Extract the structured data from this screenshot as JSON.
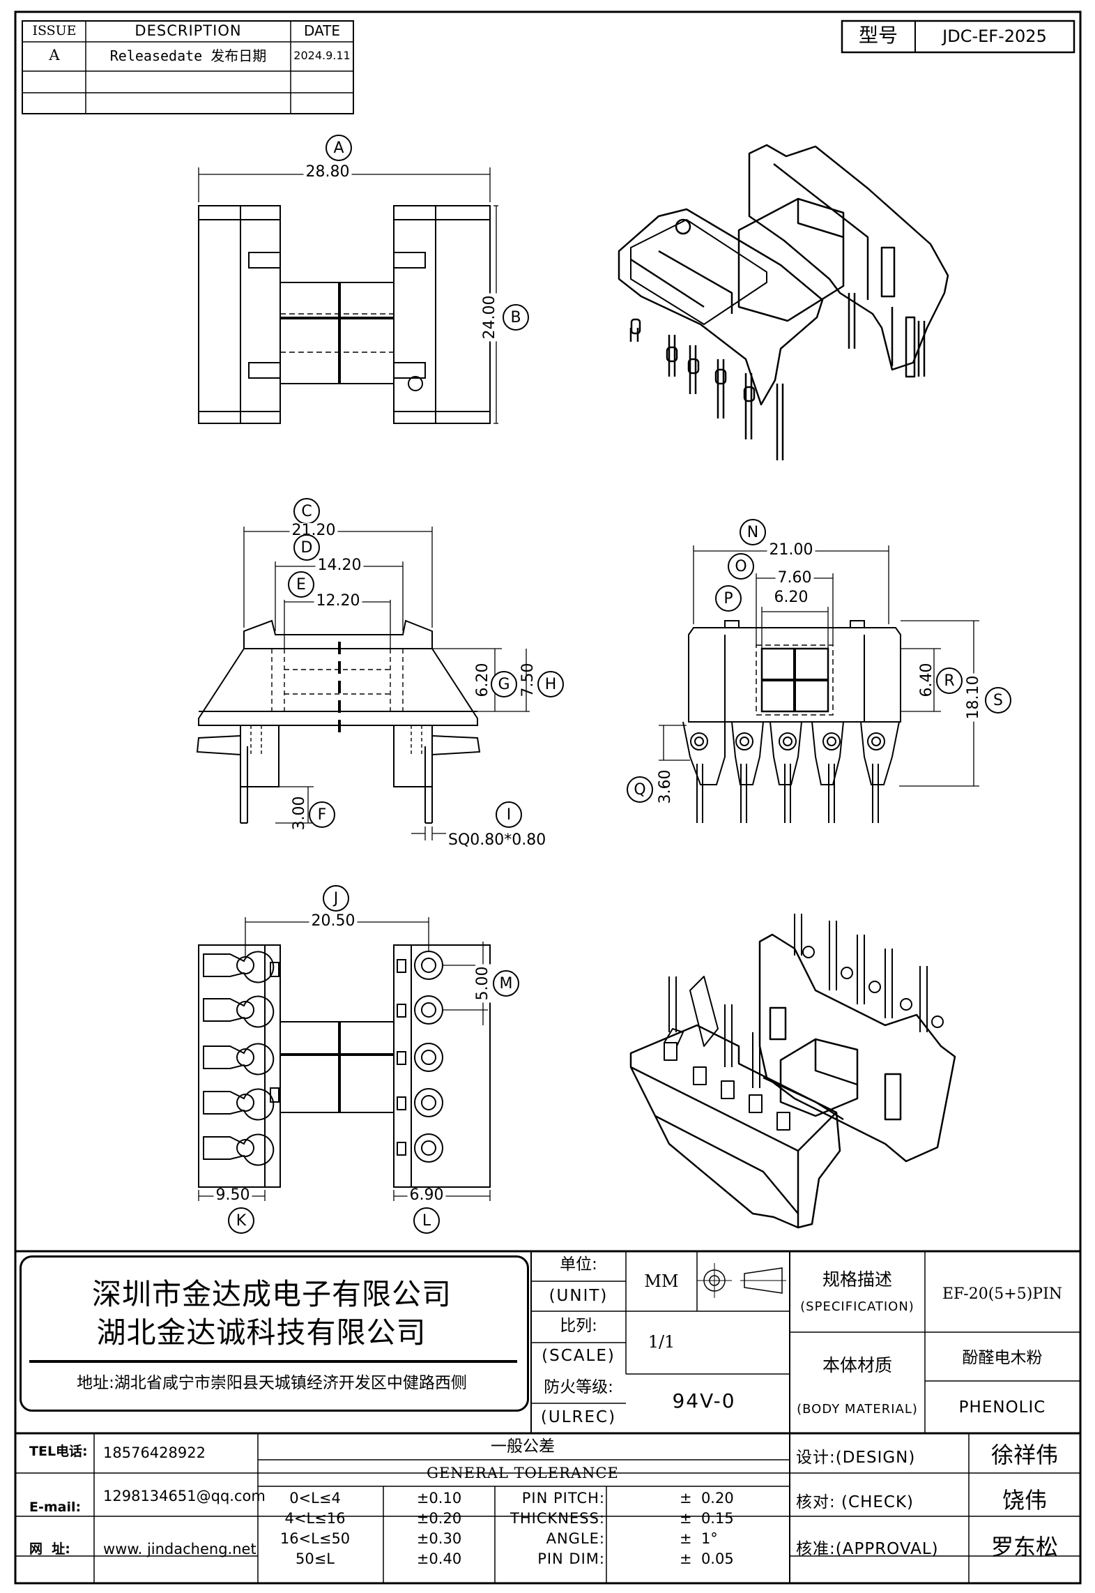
{
  "revision_table": {
    "headers": [
      "ISSUE",
      "DESCRIPTION",
      "DATE"
    ],
    "rows": [
      {
        "issue": "A",
        "description": "Releasedate 发布日期",
        "date": "2024.9.11"
      },
      {
        "issue": "",
        "description": "",
        "date": ""
      },
      {
        "issue": "",
        "description": "",
        "date": ""
      }
    ]
  },
  "model": {
    "label": "型号",
    "value": "JDC-EF-2025"
  },
  "views": {
    "top": {
      "A_label": "A",
      "A_value": "28.80",
      "B_label": "B",
      "B_value": "24.00"
    },
    "front": {
      "C_label": "C",
      "C_value": "21.20",
      "D_label": "D",
      "D_value": "14.20",
      "E_label": "E",
      "E_value": "12.20",
      "G_label": "G",
      "G_value": "6.20",
      "H_label": "H",
      "H_value": "7.50",
      "F_label": "F",
      "F_value": "3.00",
      "I_label": "I",
      "I_value": "SQ0.80*0.80"
    },
    "side": {
      "N_label": "N",
      "N_value": "21.00",
      "O_label": "O",
      "O_value": "7.60",
      "P_label": "P",
      "P_value": "6.20",
      "R_label": "R",
      "R_value": "6.40",
      "S_label": "S",
      "S_value": "18.10",
      "Q_label": "Q",
      "Q_value": "3.60"
    },
    "bottom": {
      "J_label": "J",
      "J_value": "20.50",
      "M_label": "M",
      "M_value": "5.00",
      "K_label": "K",
      "K_value": "9.50",
      "L_label": "L",
      "L_value": "6.90"
    }
  },
  "company": {
    "name1": "深圳市金达成电子有限公司",
    "name2": "湖北金达诚科技有限公司",
    "address": "地址:湖北省咸宁市崇阳县天城镇经济开发区中健路西侧"
  },
  "title_block": {
    "unit_cn": "单位:",
    "unit_en": "(UNIT)",
    "unit_value": "MM",
    "scale_cn": "比列:",
    "scale_en": "(SCALE)",
    "scale_value": "1/1",
    "fire_cn": "防火等级:",
    "fire_en": "(ULREC)",
    "fire_value": "94V-0",
    "spec_cn": "规格描述",
    "spec_en": "(SPECIFICATION)",
    "spec_value": "EF-20(5+5)PIN",
    "material_cn": "本体材质",
    "material_en": "(BODY MATERIAL)",
    "material_value_cn": "酚醛电木粉",
    "material_value_en": "PHENOLIC"
  },
  "contact": {
    "tel_label": "TEL电话:",
    "tel": "18576428922",
    "email_label": "E-mail:",
    "email": "1298134651@qq.com",
    "web_label": "网  址:",
    "web": "www. jindacheng.net"
  },
  "tolerance": {
    "title_cn": "一般公差",
    "title_en": "GENERAL TOLERANCE",
    "ranges": [
      {
        "range": "0<L≤4",
        "tol": "±0.10"
      },
      {
        "range": "4<L≤16",
        "tol": "±0.20"
      },
      {
        "range": "16<L≤50",
        "tol": "±0.30"
      },
      {
        "range": "50≤L",
        "tol": "±0.40"
      }
    ],
    "params": [
      {
        "name": "PIN PITCH:",
        "value": "±  0.20"
      },
      {
        "name": "THICKNESS:",
        "value": "±  0.15"
      },
      {
        "name": "ANGLE:",
        "value": "±  1°"
      },
      {
        "name": "PIN DIM:",
        "value": "±  0.05"
      }
    ]
  },
  "signoff": {
    "design_label": "设计:(DESIGN)",
    "design_name": "徐祥伟",
    "check_label": "核对: (CHECK)",
    "check_name": "饶伟",
    "approval_label": "核准:(APPROVAL)",
    "approval_name": "罗东松"
  }
}
